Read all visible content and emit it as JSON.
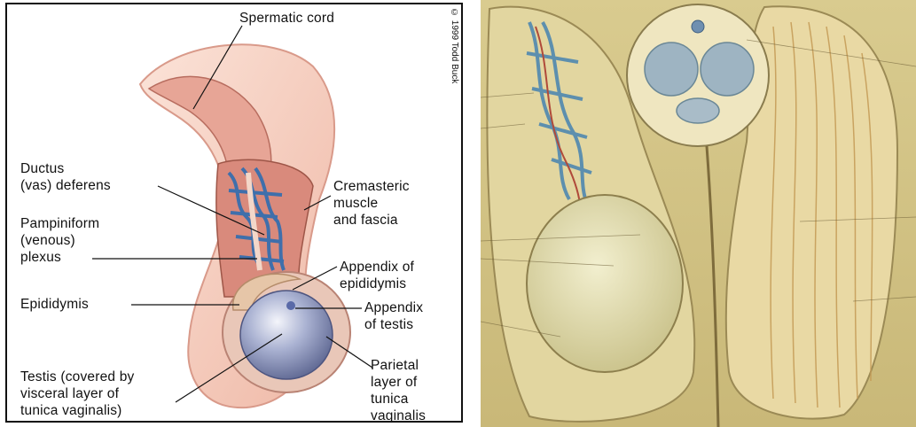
{
  "left_diagram": {
    "labels": {
      "spermatic_cord": "Spermatic cord",
      "ductus_deferens": "Ductus\n(vas) deferens",
      "cremasteric": "Cremasteric\nmuscle\nand fascia",
      "pampiniform": "Pampiniform\n(venous)\nplexus",
      "appendix_epididymis": "Appendix of\nepididymis",
      "epididymis": "Epididymis",
      "appendix_testis": "Appendix\nof testis",
      "testis": "Testis (covered by\nvisceral layer of\ntunica vaginalis)",
      "parietal": "Parietal\nlayer of\ntunica\nvaginalis"
    },
    "copyright": "© 1999 Todd Buck"
  },
  "colors": {
    "skin": "#f3cfc0",
    "muscle": "#d98a7c",
    "vein": "#4f7fb8",
    "testis": "#9aa4c8",
    "accent_rule": "#3b78c9",
    "right_bg": "#d8c98e"
  }
}
